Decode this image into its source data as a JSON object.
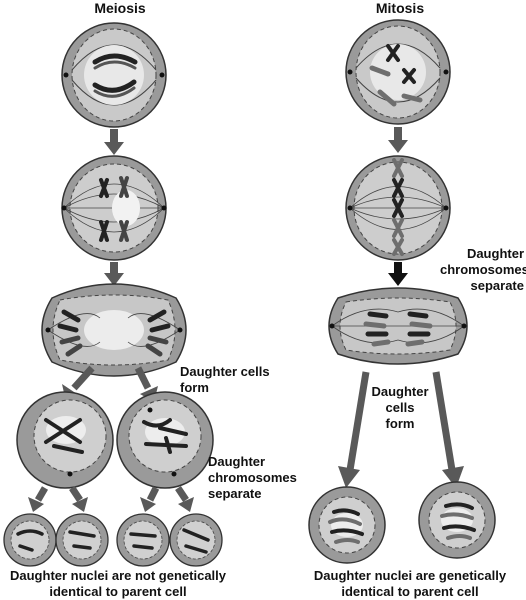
{
  "meiosis": {
    "title": "Meiosis",
    "label_cells_form": [
      "Daughter cells",
      "form"
    ],
    "label_chromosomes_separate": [
      "Daughter",
      "chromosomes",
      "separate"
    ],
    "caption": [
      "Daughter nuclei are not genetically",
      "identical to parent cell"
    ]
  },
  "mitosis": {
    "title": "Mitosis",
    "label_chromosomes_separate": [
      "Daughter",
      "chromosomes",
      "separate"
    ],
    "label_cells_form": [
      "Daughter",
      "cells",
      "form"
    ],
    "caption": [
      "Daughter nuclei are genetically",
      "identical to parent cell"
    ]
  },
  "colors": {
    "cell_fill": "#9a9a9a",
    "cell_stroke": "#333333",
    "nucleus_fill": "#d2d2d2",
    "core_fill": "#eeeeee",
    "arrow": "#595959",
    "arrow_dark": "#111111",
    "chromosome": "#222222",
    "chromosome_light": "#6e6e6e"
  }
}
